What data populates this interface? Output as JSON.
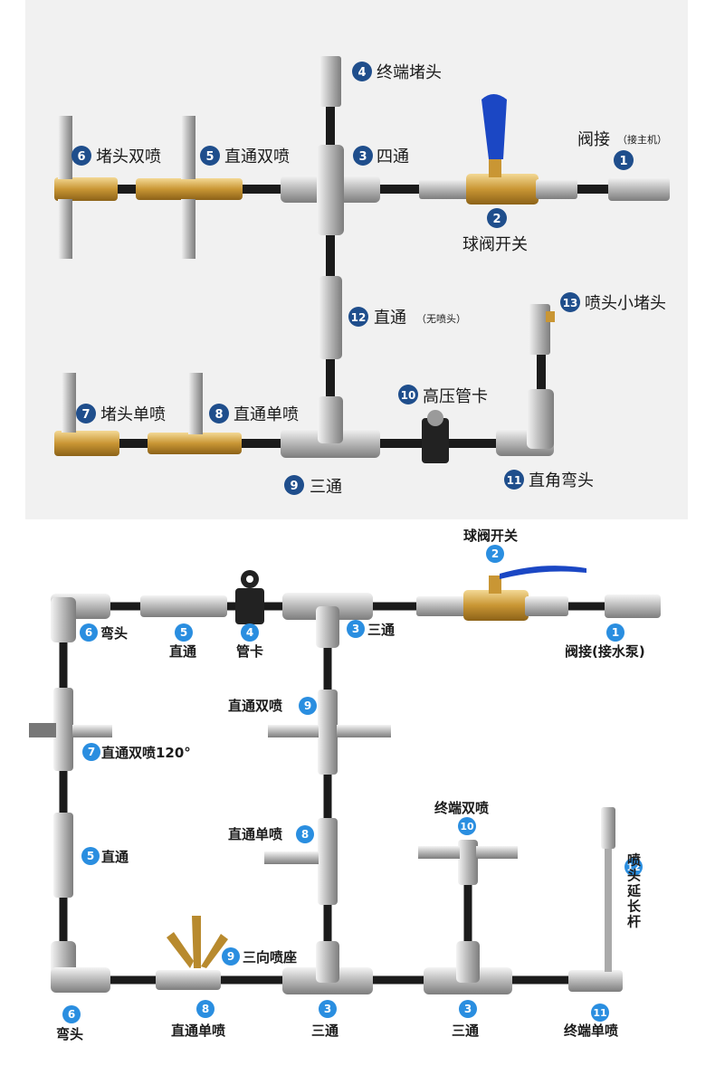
{
  "colors": {
    "top_bg": "#f1f1f1",
    "badge": "#1f4e8c",
    "badge_blue": "#2a8ee0",
    "hose": "#1b1b1b",
    "metal": "#cfcfcf",
    "brass": "#d3a343",
    "valve_handle": "#1b47c4"
  },
  "top": {
    "labels": [
      {
        "num": "1",
        "text": "阀接",
        "note": "（接主机）"
      },
      {
        "num": "2",
        "text": "球阀开关"
      },
      {
        "num": "3",
        "text": "四通"
      },
      {
        "num": "4",
        "text": "终端堵头"
      },
      {
        "num": "5",
        "text": "直通双喷"
      },
      {
        "num": "6",
        "text": "堵头双喷"
      },
      {
        "num": "7",
        "text": "堵头单喷"
      },
      {
        "num": "8",
        "text": "直通单喷"
      },
      {
        "num": "9",
        "text": "三通"
      },
      {
        "num": "10",
        "text": "高压管卡"
      },
      {
        "num": "11",
        "text": "直角弯头"
      },
      {
        "num": "12",
        "text": "直通",
        "note": "（无喷头）"
      },
      {
        "num": "13",
        "text": "喷头小堵头"
      }
    ]
  },
  "bottom": {
    "labels": [
      {
        "num": "1",
        "text": "阀接(接水泵)"
      },
      {
        "num": "2",
        "text": "球阀开关"
      },
      {
        "num": "3",
        "text": "三通"
      },
      {
        "num": "4",
        "text": "管卡"
      },
      {
        "num": "5",
        "text": "直通"
      },
      {
        "num": "6",
        "text": "弯头"
      },
      {
        "num": "7",
        "text": "直通双喷120°"
      },
      {
        "num": "9",
        "text": "直通双喷"
      },
      {
        "num": "8",
        "text": "直通单喷"
      },
      {
        "num": "5",
        "text": "直通"
      },
      {
        "num": "10",
        "text": "终端双喷"
      },
      {
        "num": "12",
        "text": "喷头延长杆"
      },
      {
        "num": "9",
        "text": "三向喷座"
      },
      {
        "num": "6",
        "text": "弯头"
      },
      {
        "num": "8",
        "text": "直通单喷"
      },
      {
        "num": "3",
        "text": "三通"
      },
      {
        "num": "3",
        "text": "三通"
      },
      {
        "num": "11",
        "text": "终端单喷"
      }
    ]
  }
}
